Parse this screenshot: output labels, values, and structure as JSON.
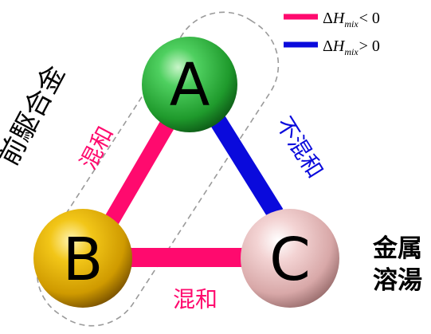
{
  "legend": {
    "items": [
      {
        "color": "#ff0a6e",
        "delta": "Δ",
        "symbol": "H",
        "subscript": "mix",
        "relation": "< 0"
      },
      {
        "color": "#0a0adc",
        "delta": "Δ",
        "symbol": "H",
        "subscript": "mix",
        "relation": "> 0"
      }
    ]
  },
  "nodes": {
    "a": {
      "label": "A",
      "color": "#23a832"
    },
    "b": {
      "label": "B",
      "color": "#e0b400"
    },
    "c": {
      "label": "C",
      "color": "#e9bcbc"
    }
  },
  "edges": {
    "ab": {
      "label": "混和",
      "color": "#ff0a6e"
    },
    "bc": {
      "label": "混和",
      "color": "#ff0a6e"
    },
    "ac": {
      "label": "不混和",
      "color": "#0a0adc"
    }
  },
  "precursor_label": "前駆合金",
  "melt_label": {
    "line1": "金属",
    "line2": "溶湯"
  }
}
